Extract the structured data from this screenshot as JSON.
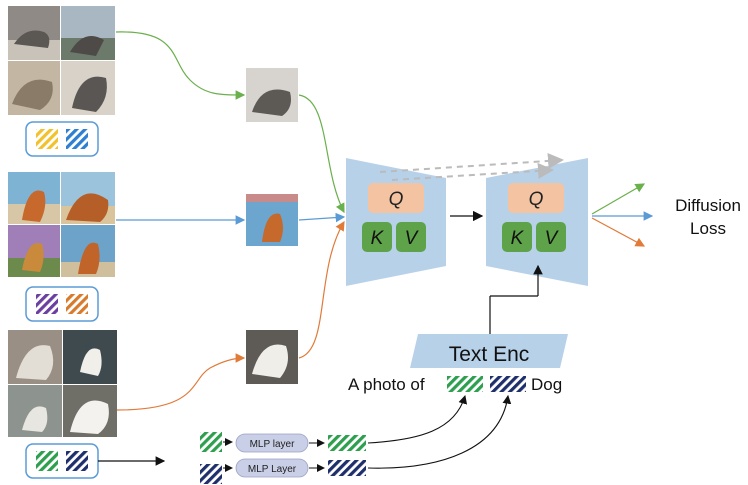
{
  "unet": {
    "encoder_q": "Q",
    "encoder_k": "K",
    "encoder_v": "V",
    "decoder_q": "Q",
    "decoder_k": "K",
    "decoder_v": "V"
  },
  "loss_label_line1": "Diffusion",
  "loss_label_line2": "Loss",
  "text_encoder_label": "Text Enc",
  "prompt": {
    "prefix": "A photo of",
    "suffix": "Dog"
  },
  "mlp": {
    "layer1_label": "MLP layer",
    "layer2_label": "MLP Layer"
  },
  "colors": {
    "unet_fill": "#b7d1e9",
    "q_fill": "#f4c3a2",
    "kv_fill": "#5ea24a",
    "green_arrow": "#6ab04c",
    "blue_arrow": "#5b9bd5",
    "orange_arrow": "#e07b39",
    "token_yellow": "#f2c12e",
    "token_blue": "#2e7fd0",
    "token_purple": "#6a3fa0",
    "token_orange": "#d87a2c",
    "token_green": "#2e9e4f",
    "token_navy": "#1f2f6b",
    "skip_dash": "#bbbbbb"
  }
}
